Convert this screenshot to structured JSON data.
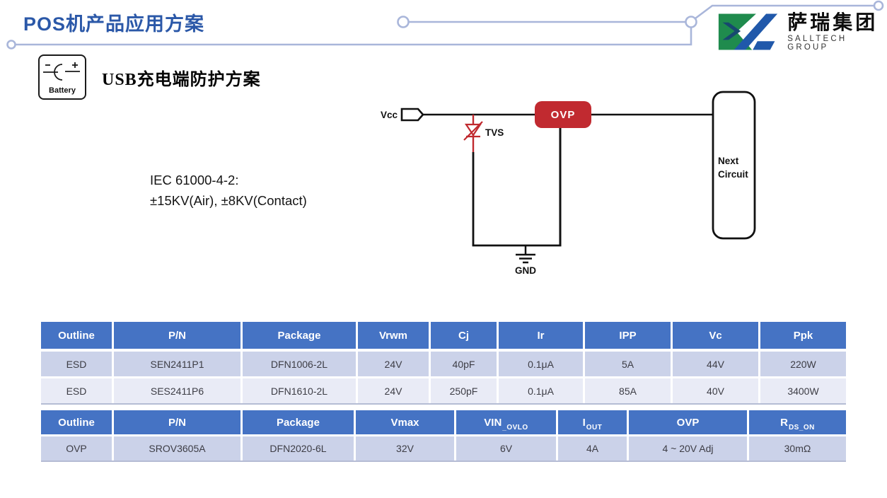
{
  "title": "POS机产品应用方案",
  "logo": {
    "company": "萨瑞集团",
    "group": "SALLTECH GROUP"
  },
  "battery_card": {
    "label": "Battery"
  },
  "section_heading": "USB充电端防护方案",
  "note": {
    "line1": "IEC 61000-4-2:",
    "line2": "±15KV(Air), ±8KV(Contact)"
  },
  "circuit": {
    "vcc": "Vcc",
    "tvs": "TVS",
    "ovp": "OVP",
    "gnd": "GND",
    "next_circuit": [
      "Next",
      "Circuit"
    ]
  },
  "colors": {
    "title_blue": "#2b58a8",
    "table_header_blue": "#4573c4",
    "row_dark": "#cbd2e9",
    "row_light": "#e9ebf6",
    "accent_red": "#c0292e",
    "decor_line": "#a9b6da",
    "logo_green": "#1f8b4d",
    "logo_blue": "#2058aa"
  },
  "tables": [
    {
      "headers": [
        {
          "label": "Outline"
        },
        {
          "label": "P/N"
        },
        {
          "label": "Package"
        },
        {
          "label": "Vrwm"
        },
        {
          "label": "Cj"
        },
        {
          "label": "Ir"
        },
        {
          "label": "IPP"
        },
        {
          "label": "Vc"
        },
        {
          "label": "Ppk"
        }
      ],
      "rows": [
        [
          "ESD",
          "SEN2411P1",
          "DFN1006-2L",
          "24V",
          "40pF",
          "0.1μA",
          "5A",
          "44V",
          "220W"
        ],
        [
          "ESD",
          "SES2411P6",
          "DFN1610-2L",
          "24V",
          "250pF",
          "0.1μA",
          "85A",
          "40V",
          "3400W"
        ]
      ]
    },
    {
      "headers": [
        {
          "label": "Outline"
        },
        {
          "label": "P/N"
        },
        {
          "label": "Package"
        },
        {
          "label": "Vmax"
        },
        {
          "label": "VIN",
          "sub": "_OVLO"
        },
        {
          "label": "I",
          "sub": "OUT"
        },
        {
          "label": "OVP"
        },
        {
          "label": "R",
          "sub": "DS_ON"
        }
      ],
      "rows": [
        [
          "OVP",
          "SROV3605A",
          "DFN2020-6L",
          "32V",
          "6V",
          "4A",
          "4 ~ 20V Adj",
          "30mΩ"
        ]
      ]
    }
  ]
}
